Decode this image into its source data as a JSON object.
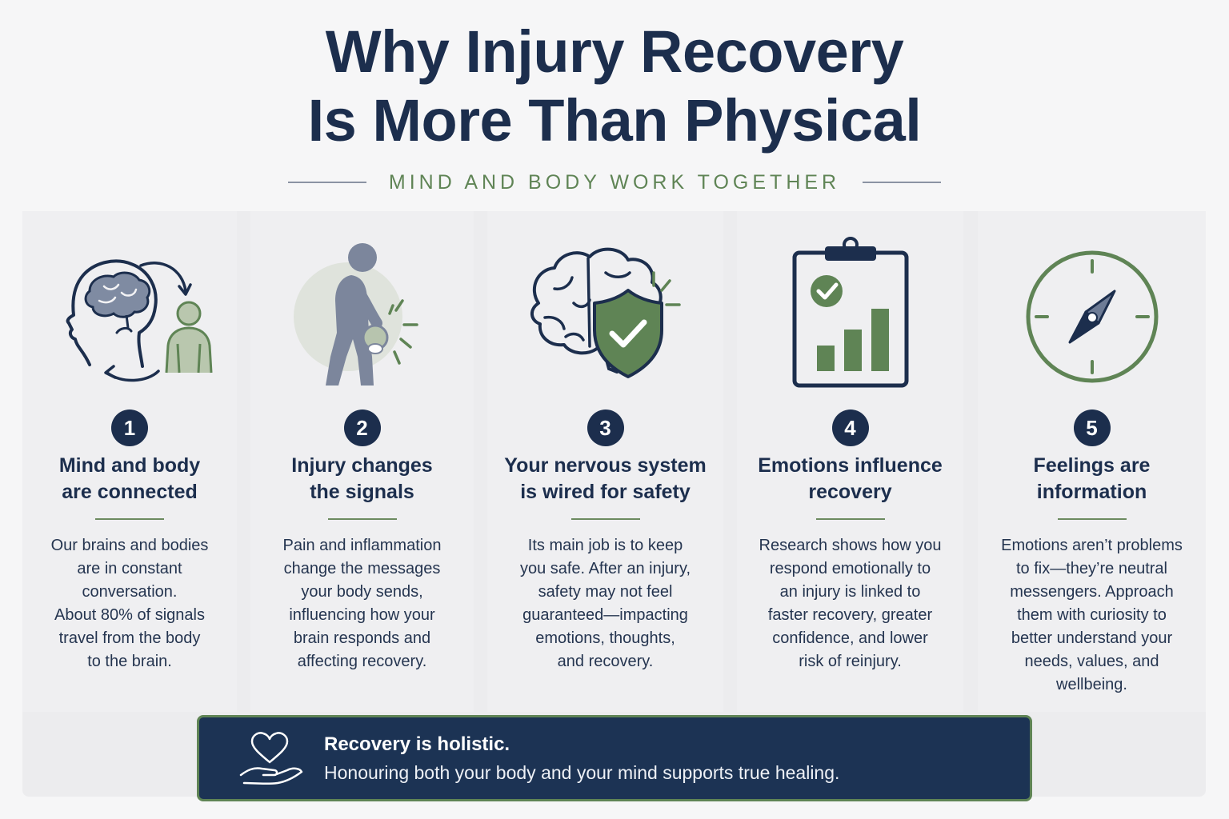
{
  "header": {
    "title_line1": "Why Injury Recovery",
    "title_line2": "Is More Than Physical",
    "subtitle": "MIND AND BODY WORK TOGETHER"
  },
  "colors": {
    "navy": "#1c2e4d",
    "green": "#5f8455",
    "panel": "#efeff1",
    "slate": "#6e7c96"
  },
  "cards": [
    {
      "number": "1",
      "icon": "head-brain-body-cycle-icon",
      "title_lines": [
        "Mind and body",
        "are connected"
      ],
      "body_lines": [
        "Our brains and bodies",
        "are in constant",
        "conversation.",
        "About 80% of signals",
        "travel from the body",
        "to the brain."
      ]
    },
    {
      "number": "2",
      "icon": "knee-pain-person-icon",
      "title_lines": [
        "Injury changes",
        "the signals"
      ],
      "body_lines": [
        "Pain and inflammation",
        "change the messages",
        "your body sends,",
        "influencing how your",
        "brain responds and",
        "affecting recovery."
      ]
    },
    {
      "number": "3",
      "icon": "brain-shield-icon",
      "title_lines": [
        "Your nervous system",
        "is wired for safety"
      ],
      "body_lines": [
        "Its main job is to keep",
        "you safe. After an injury,",
        "safety may not feel",
        "guaranteed—impacting",
        "emotions, thoughts,",
        "and recovery."
      ]
    },
    {
      "number": "4",
      "icon": "clipboard-chart-icon",
      "title_lines": [
        "Emotions influence",
        "recovery"
      ],
      "body_lines": [
        "Research shows how you",
        "respond emotionally to",
        "an injury is linked to",
        "faster recovery, greater",
        "confidence, and lower",
        "risk of reinjury."
      ]
    },
    {
      "number": "5",
      "icon": "compass-icon",
      "title_lines": [
        "Feelings are",
        "information"
      ],
      "body_lines": [
        "Emotions aren’t problems",
        "to fix—they’re neutral",
        "messengers. Approach",
        "them with curiosity to",
        "better understand your",
        "needs, values, and",
        "wellbeing."
      ]
    }
  ],
  "banner": {
    "icon": "heart-in-hand-icon",
    "title": "Recovery is holistic.",
    "text": "Honouring both your body and your mind supports true healing."
  }
}
